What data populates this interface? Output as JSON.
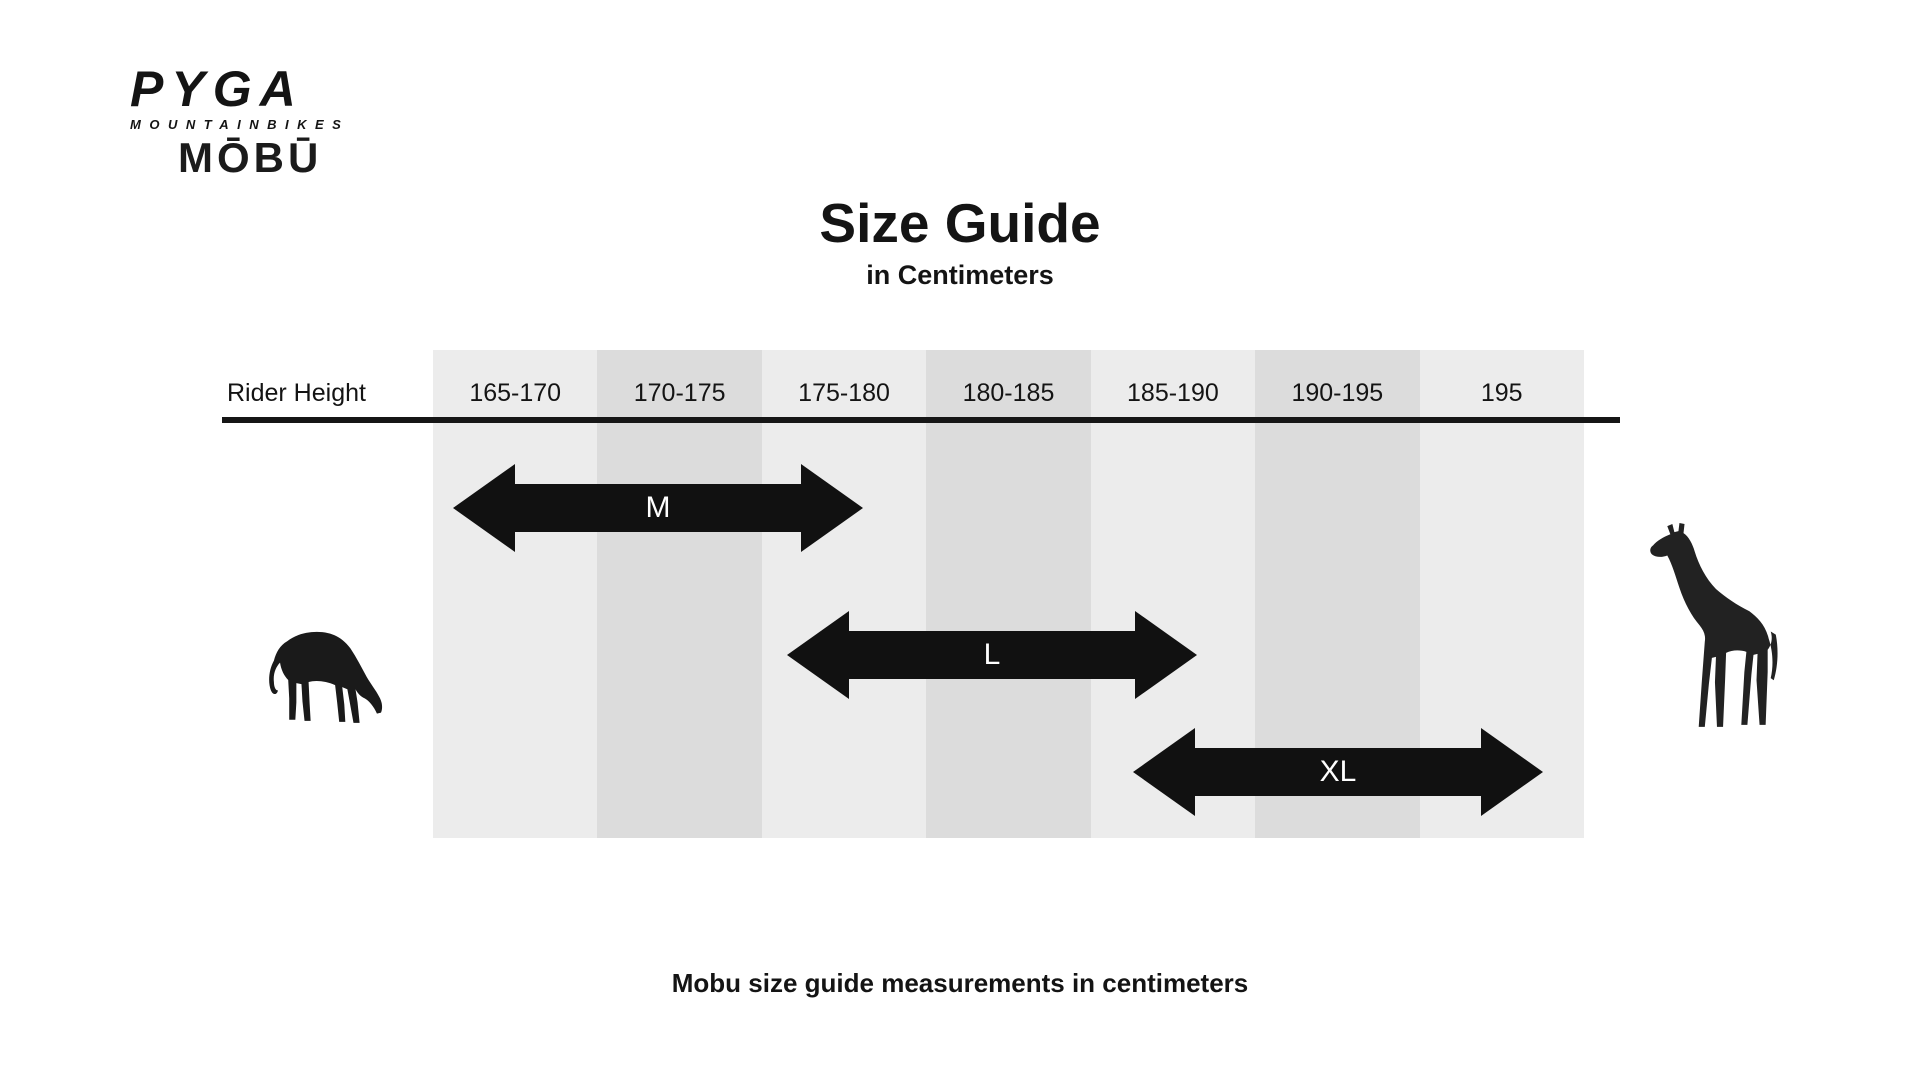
{
  "brand": {
    "name": "PYGA",
    "tagline": "MOUNTAINBIKES",
    "model": "MŌBŪ"
  },
  "chart_data": {
    "type": "table",
    "title": "Size Guide",
    "subtitle": "in Centimeters",
    "row_label": "Rider Height",
    "categories": [
      "165-170",
      "170-175",
      "175-180",
      "180-185",
      "185-190",
      "190-195",
      "195"
    ],
    "series": [
      {
        "name": "M",
        "height_range_cm": [
          165,
          177
        ],
        "covers_columns": [
          "165-170",
          "170-175",
          "175-180"
        ]
      },
      {
        "name": "L",
        "height_range_cm": [
          175,
          188
        ],
        "covers_columns": [
          "175-180",
          "180-185",
          "185-190"
        ]
      },
      {
        "name": "XL",
        "height_range_cm": [
          185,
          196
        ],
        "covers_columns": [
          "185-190",
          "190-195",
          "195"
        ]
      }
    ],
    "legend_position": "none",
    "grid": "alternating-column-bands",
    "caption": "Mobu size guide measurements in centimeters"
  },
  "icons": {
    "left": "pony-silhouette",
    "right": "giraffe-silhouette"
  },
  "colors": {
    "background": "#ffffff",
    "band_light": "#ececec",
    "band_dark": "#dcdcdc",
    "arrow": "#111111",
    "arrow_label": "#ffffff",
    "divider": "#161616",
    "text": "#141414"
  }
}
